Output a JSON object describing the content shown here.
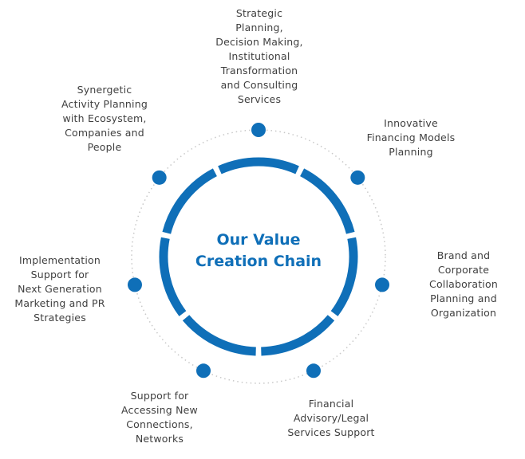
{
  "center": {
    "line1": "Our Value",
    "line2": "Creation Chain"
  },
  "colors": {
    "accent": "#0f6fb8",
    "dots": "#0f6fb8",
    "dotted_ring": "#c8c8c8",
    "text": "#3f3f3f"
  },
  "nodes": [
    {
      "id": "strategic",
      "lines": [
        "Strategic",
        "Planning,",
        "Decision Making,",
        "Institutional",
        "Transformation",
        "and Consulting",
        "Services"
      ]
    },
    {
      "id": "innovative",
      "lines": [
        "Innovative",
        "Financing Models",
        "Planning"
      ]
    },
    {
      "id": "brand",
      "lines": [
        "Brand and",
        "Corporate",
        "Collaboration",
        "Planning and",
        "Organization"
      ]
    },
    {
      "id": "financial",
      "lines": [
        "Financial",
        "Advisory/Legal",
        "Services Support"
      ]
    },
    {
      "id": "support",
      "lines": [
        "Support for",
        "Accessing New",
        "Connections,",
        "Networks"
      ]
    },
    {
      "id": "implementation",
      "lines": [
        "Implementation",
        "Support for",
        "Next Generation",
        "Marketing and PR",
        "Strategies"
      ]
    },
    {
      "id": "synergetic",
      "lines": [
        "Synergetic",
        "Activity Planning",
        "with Ecosystem,",
        "Companies and",
        "People"
      ]
    }
  ]
}
